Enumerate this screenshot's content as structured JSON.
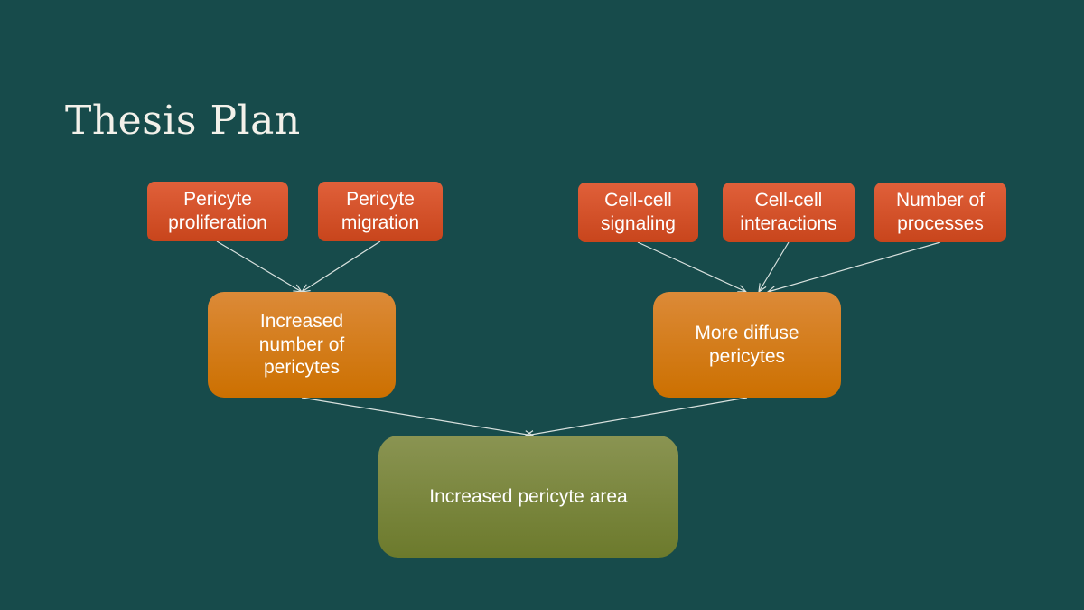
{
  "slide": {
    "title": "Thesis Plan"
  },
  "diagram": {
    "nodes": {
      "pericyte_proliferation": "Pericyte\nproliferation",
      "pericyte_migration": "Pericyte\nmigration",
      "cell_cell_signaling": "Cell-cell\nsignaling",
      "cell_cell_interactions": "Cell-cell\ninteractions",
      "number_of_processes": "Number of\nprocesses",
      "increased_number_of_pericytes": "Increased\nnumber of\npericytes",
      "more_diffuse_pericytes": "More diffuse\npericytes",
      "increased_pericyte_area": "Increased pericyte area"
    },
    "edges": [
      [
        "pericyte_proliferation",
        "increased_number_of_pericytes"
      ],
      [
        "pericyte_migration",
        "increased_number_of_pericytes"
      ],
      [
        "cell_cell_signaling",
        "more_diffuse_pericytes"
      ],
      [
        "cell_cell_interactions",
        "more_diffuse_pericytes"
      ],
      [
        "number_of_processes",
        "more_diffuse_pericytes"
      ],
      [
        "increased_number_of_pericytes",
        "increased_pericyte_area"
      ],
      [
        "more_diffuse_pericytes",
        "increased_pericyte_area"
      ]
    ],
    "colors": {
      "background": "#174b4b",
      "leaf_node": "#d6532b",
      "middle_node": "#d47c1c",
      "result_node": "#7a863c",
      "connector": "#d9e2df"
    }
  }
}
